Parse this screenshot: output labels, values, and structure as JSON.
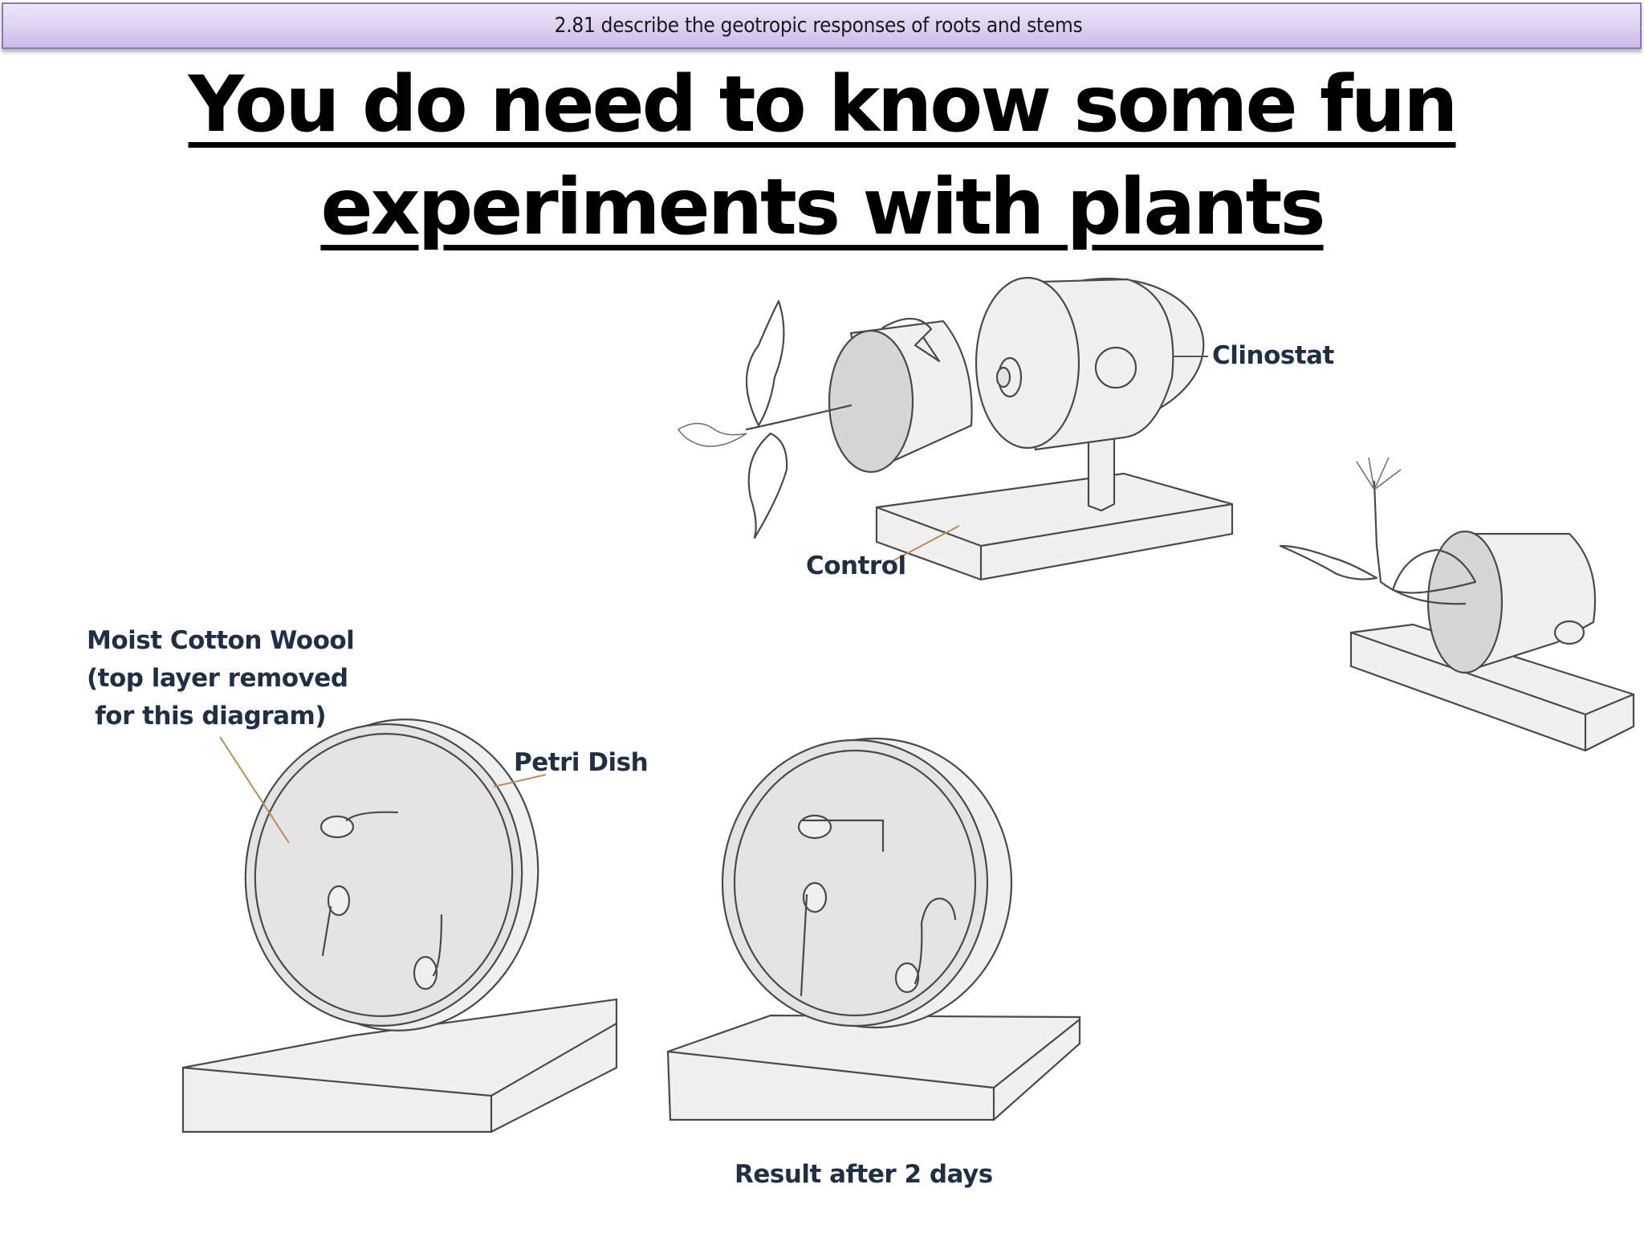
{
  "header": {
    "text": "2.81 describe the geotropic responses of roots and stems",
    "bar_color_top": "#eee6f8",
    "bar_color_bottom": "#cdb9ea",
    "border_color": "#8b78b8"
  },
  "title": {
    "line1": "You do need to know some fun",
    "line2": "experiments with plants"
  },
  "diagrams": {
    "clinostat": {
      "labels": {
        "clinostat": "Clinostat",
        "control": "Control"
      }
    },
    "petri_dish": {
      "labels": {
        "cotton_line1": "Moist Cotton Woool",
        "cotton_line2": "(top layer removed",
        "cotton_line3": " for this diagram)",
        "petri_dish": "Petri Dish",
        "result": "Result after 2 days"
      }
    }
  },
  "colors": {
    "label_text": "#1f2f45",
    "leader_line": "#c08a55"
  }
}
